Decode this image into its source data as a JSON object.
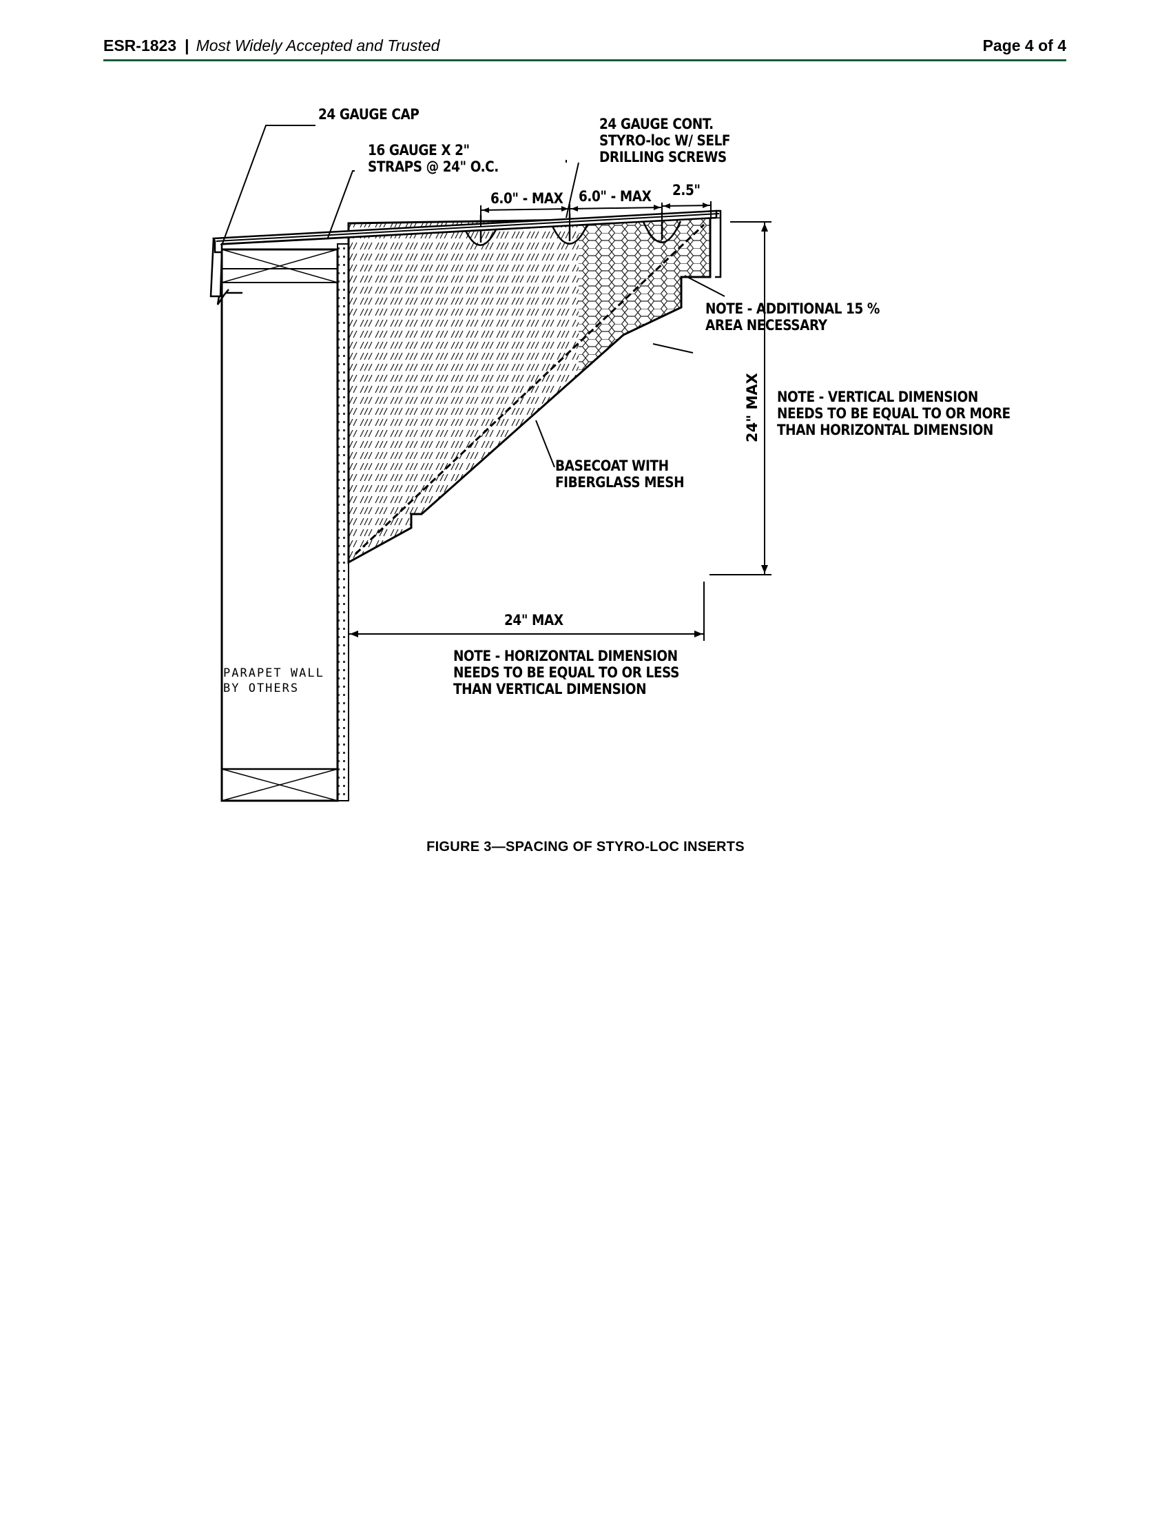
{
  "header": {
    "report_number": "ESR-1823",
    "separator": "|",
    "tagline": "Most Widely Accepted and Trusted",
    "page_label": "Page 4 of 4"
  },
  "figure": {
    "labels": {
      "cap": "24 GAUGE CAP",
      "straps_line1": "16 GAUGE X 2\"",
      "straps_line2": "STRAPS @ 24\" O.C.",
      "cont_line1": "24 GAUGE CONT.",
      "cont_line2": "STYRO-loc W/ SELF",
      "cont_line3": "DRILLING SCREWS",
      "spacing_1": "6.0\" - MAX",
      "spacing_2": "6.0\" - MAX",
      "spacing_3": "2.5\"",
      "note_area_line1": "NOTE - ADDITIONAL 15 %",
      "note_area_line2": "AREA NECESSARY",
      "vertical_max": "24\" MAX",
      "note_vertical_line1": "NOTE - VERTICAL DIMENSION",
      "note_vertical_line2": "NEEDS TO BE EQUAL TO OR MORE",
      "note_vertical_line3": "THAN HORIZONTAL DIMENSION",
      "basecoat_line1": "BASECOAT WITH",
      "basecoat_line2": "FIBERGLASS MESH",
      "horizontal_max": "24\" MAX",
      "note_horizontal_line1": "NOTE - HORIZONTAL DIMENSION",
      "note_horizontal_line2": "NEEDS TO BE EQUAL TO OR LESS",
      "note_horizontal_line3": "THAN VERTICAL DIMENSION",
      "parapet_line1": "PARAPET WALL",
      "parapet_line2": "BY OTHERS"
    },
    "caption": "FIGURE 3—SPACING OF STYRO-LOC INSERTS"
  }
}
